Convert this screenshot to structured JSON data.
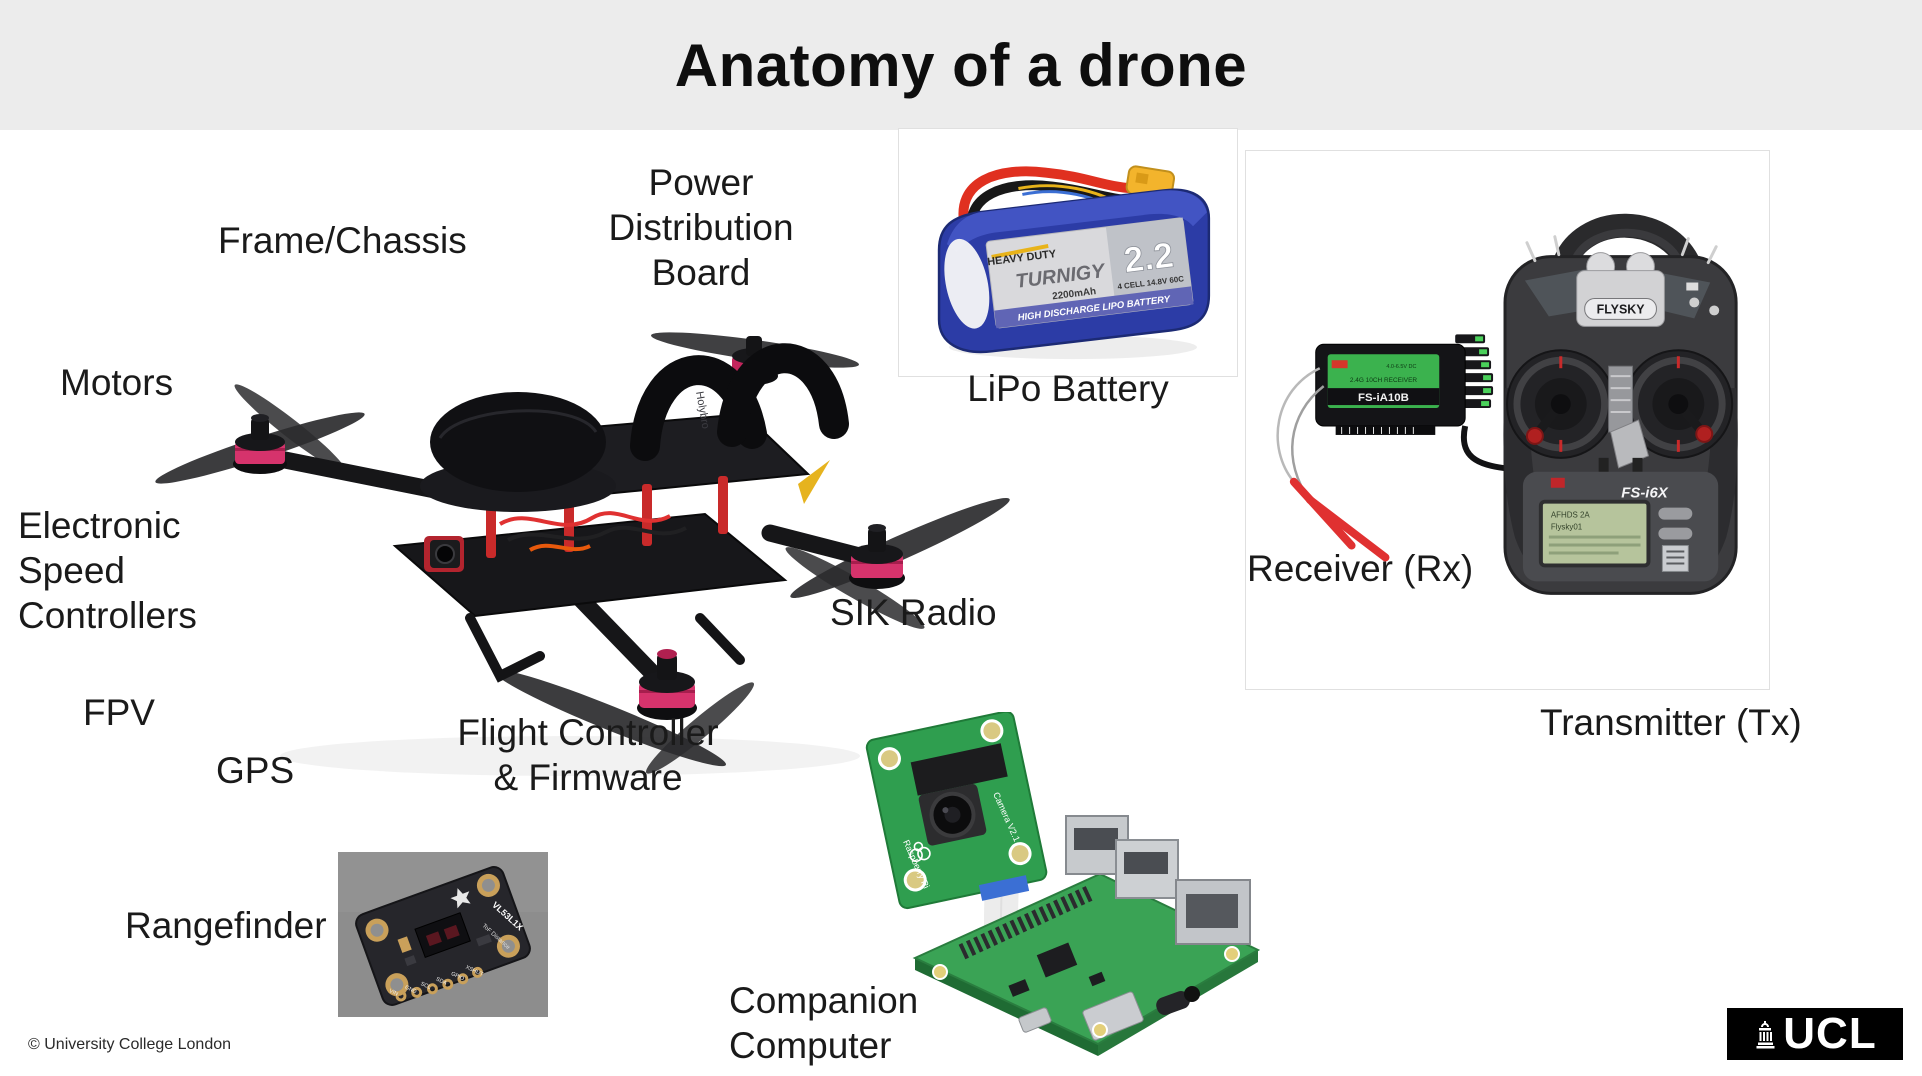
{
  "title": "Anatomy of a drone",
  "labels": {
    "frame_chassis": "Frame/Chassis",
    "pdb_l1": "Power",
    "pdb_l2": "Distribution",
    "pdb_l3": "Board",
    "motors": "Motors",
    "esc_l1": "Electronic",
    "esc_l2": "Speed",
    "esc_l3": "Controllers",
    "fpv": "FPV",
    "gps": "GPS",
    "fc_l1": "Flight Controller",
    "fc_l2": "& Firmware",
    "sik_radio": "SIK Radio",
    "lipo_battery": "LiPo Battery",
    "receiver": "Receiver (Rx)",
    "transmitter": "Transmitter (Tx)",
    "rangefinder": "Rangefinder",
    "companion_l1": "Companion",
    "companion_l2": "Computer"
  },
  "battery": {
    "brand_badge": "HEAVY DUTY",
    "brand": "TURNIGY",
    "capacity_big": "2.2",
    "capacity": "2200mAh",
    "band": "HIGH DISCHARGE LIPO BATTERY",
    "spec": "4 CELL 14.8V 60C"
  },
  "receiver_unit": {
    "model": "FS-iA10B",
    "sub": "2.4G 10CH RECEIVER",
    "volts": "4.0-6.5V DC"
  },
  "transmitter_unit": {
    "brand": "FLYSKY",
    "model": "FS-i6X",
    "lcd_line1": "AFHDS 2A",
    "lcd_line2": "Flysky01"
  },
  "rangefinder_board": {
    "chip": "VL53L1X",
    "sub": "ToF Distance",
    "pins": [
      "VIN",
      "GND",
      "SCL",
      "SDA",
      "GPIO",
      "XSHUT"
    ]
  },
  "pi": {
    "board_l1": "Raspberry Pi",
    "board_l2": "Camera V2.1"
  },
  "drone": {
    "strap_text": "Holybro"
  },
  "footer": {
    "copyright": "© University College London",
    "logo": "UCL"
  },
  "colors": {
    "accent_pink": "#e8457e",
    "battery_blue": "#2c3ca6",
    "pi_green": "#35a14e",
    "header_gray": "#ececec"
  }
}
